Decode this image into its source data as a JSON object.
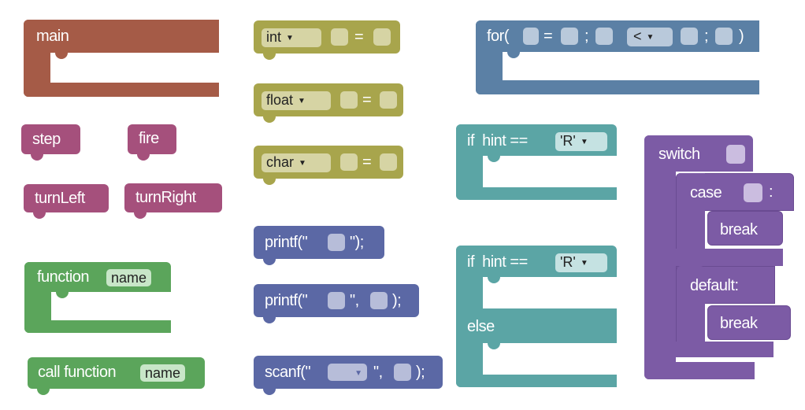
{
  "colors": {
    "main": "#a55b47",
    "movement": "#a5507c",
    "variable": "#a8a54c",
    "io": "#5b68a5",
    "control": "#5b80a5",
    "logic": "#5ba5a5",
    "function": "#5ba55b",
    "switch": "#7c5ba5"
  },
  "blocks": {
    "main": {
      "label": "main"
    },
    "step": {
      "label": "step"
    },
    "fire": {
      "label": "fire"
    },
    "turn_left": {
      "label": "turnLeft"
    },
    "turn_right": {
      "label": "turnRight"
    },
    "function_def": {
      "label": "function",
      "name_field": "name"
    },
    "call_function": {
      "label": "call function",
      "name_field": "name"
    },
    "int_decl": {
      "type": "int",
      "equals": "="
    },
    "float_decl": {
      "type": "float",
      "equals": "="
    },
    "char_decl": {
      "type": "char",
      "equals": "="
    },
    "printf1": {
      "prefix": "printf(\"",
      "suffix": "\");"
    },
    "printf2": {
      "prefix": "printf(\"",
      "mid": "\",",
      "suffix": ");"
    },
    "scanf": {
      "prefix": "scanf(\"",
      "mid": "\",",
      "suffix": ");"
    },
    "for_loop": {
      "prefix": "for(",
      "eq": "=",
      "semi1": ";",
      "op": "<",
      "semi2": ";",
      "close": ")"
    },
    "if_block": {
      "label": "if  hint ==",
      "value": "'R'"
    },
    "if_else_block": {
      "label": "if  hint ==",
      "value": "'R'",
      "else_label": "else"
    },
    "switch_block": {
      "label": "switch",
      "case_label": "case",
      "case_colon": ":",
      "break1": "break",
      "default_label": "default:",
      "break2": "break"
    }
  }
}
